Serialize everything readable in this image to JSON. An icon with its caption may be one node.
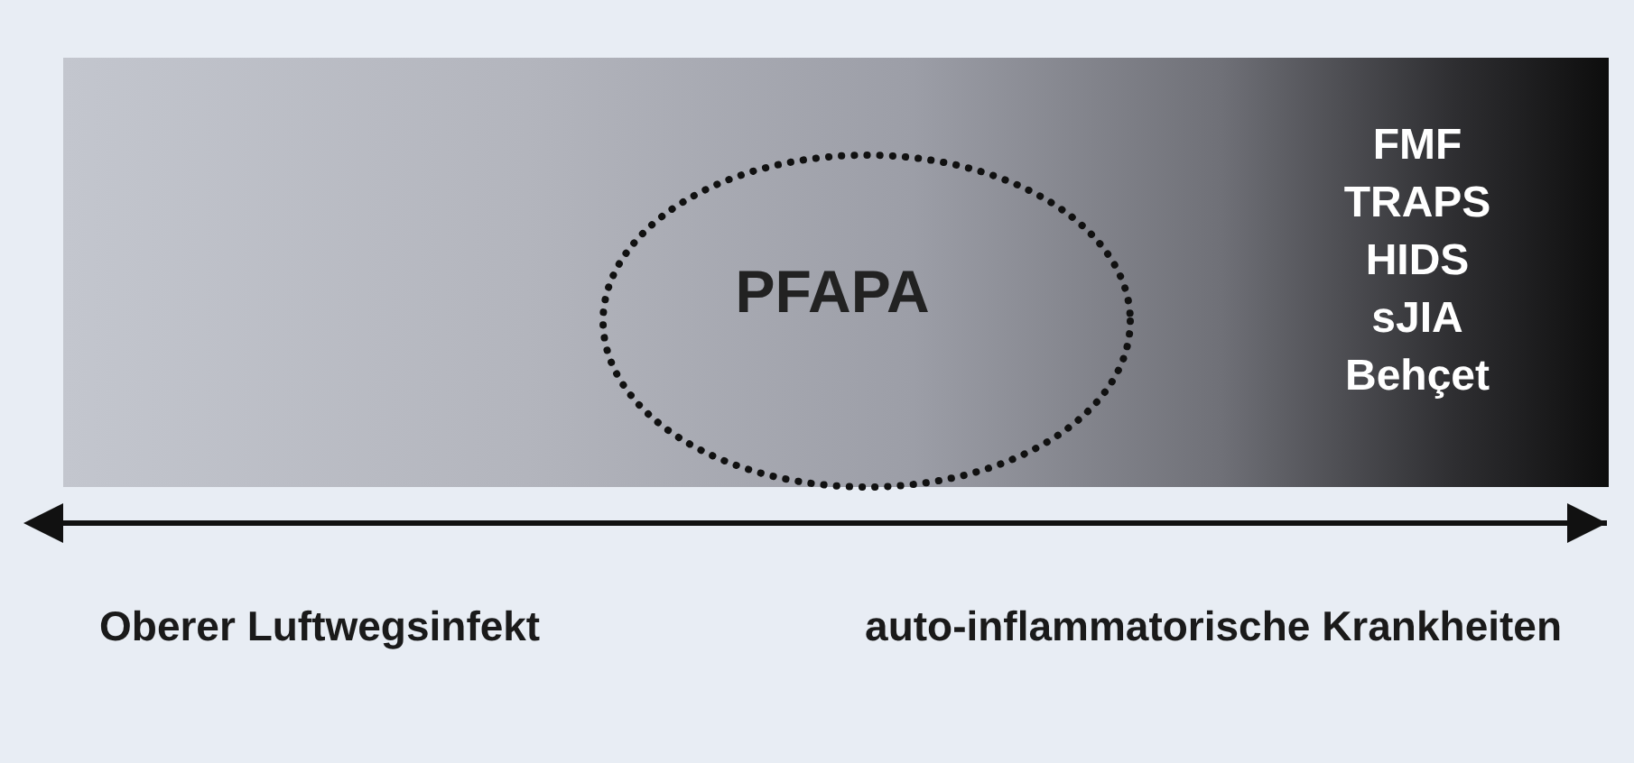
{
  "diagram": {
    "nodes": [
      {
        "text": [
          "FMF",
          "TRAPS",
          "HIDS",
          "sJIA",
          "Behçet"
        ]
      },
      {
        "text": [
          "PFAPA"
        ],
        "in": 0
      }
    ],
    "labels": [
      "Oberer Luftwegsinfekt",
      "auto-inflammatorische Krankheiten"
    ]
  }
}
